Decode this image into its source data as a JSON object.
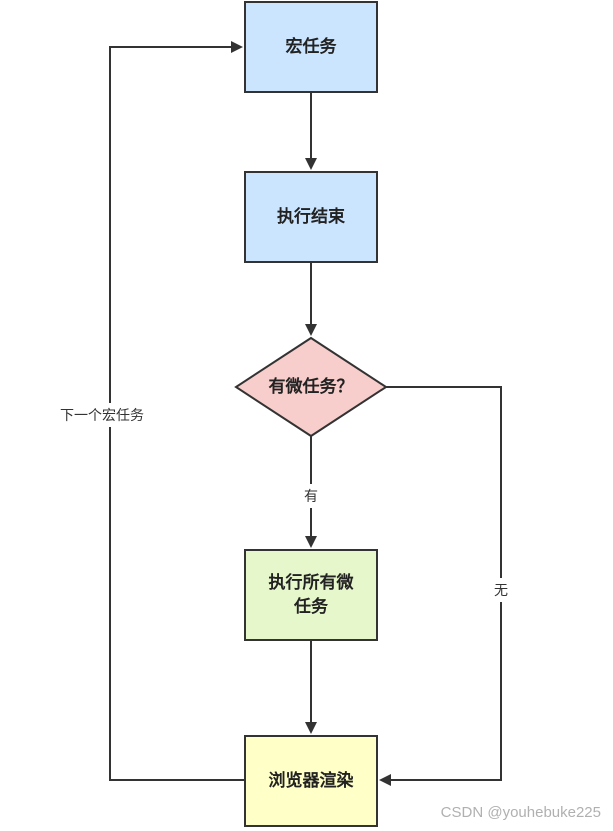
{
  "nodes": {
    "macro_task": "宏任务",
    "exec_end": "执行结束",
    "has_micro": "有微任务？",
    "exec_all_micro": "执行所有微\n任务",
    "render": "浏览器渲染"
  },
  "edges": {
    "yes": "有",
    "no": "无",
    "next_macro": "下一个宏任务"
  },
  "watermark": "CSDN @youhebuke225",
  "colors": {
    "blue_fill": "#cce5ff",
    "pink_fill": "#f8cecc",
    "green_fill": "#e6f7cc",
    "yellow_fill": "#ffffc8",
    "stroke": "#333333"
  }
}
